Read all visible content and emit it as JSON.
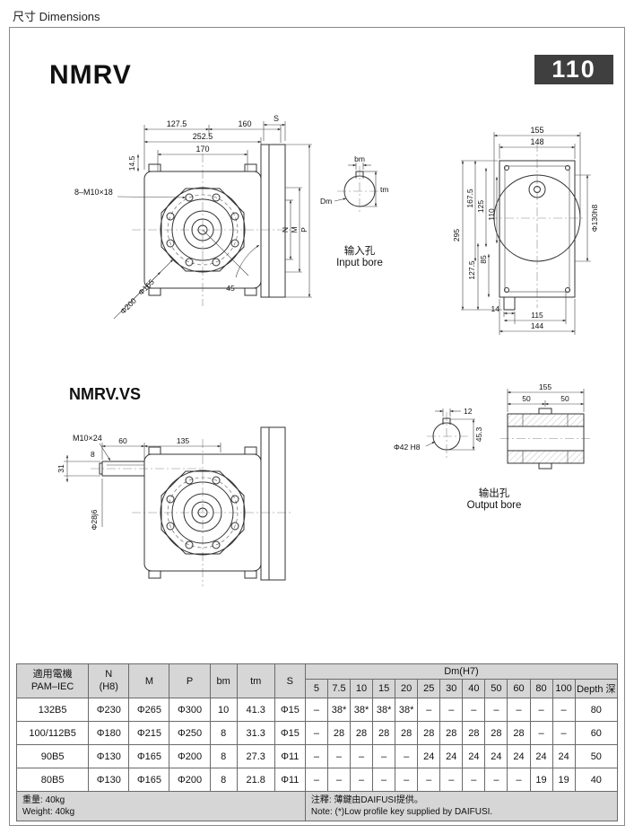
{
  "meta": {
    "doc_header": "尺寸 Dimensions"
  },
  "header": {
    "model": "NMRV",
    "model_vs": "NMRV.VS",
    "size": "110"
  },
  "front": {
    "d127_5": "127.5",
    "d160": "160",
    "d252_5": "252.5",
    "d170": "170",
    "d14_5": "14.5",
    "dS": "S",
    "bolt_note": "8–M10×18",
    "dN": "N",
    "dM": "M",
    "dP": "P",
    "d165": "Φ165",
    "d200": "Φ200",
    "d45": "45"
  },
  "input_bore": {
    "bm": "bm",
    "tm": "tm",
    "dm": "Dm",
    "caption_cn": "输入孔",
    "caption_en": "Input bore"
  },
  "side": {
    "d155": "155",
    "d148": "148",
    "d295": "295",
    "d167_5": "167.5",
    "d125": "125",
    "d110": "110",
    "d127_5": "127.5",
    "d85": "85",
    "d130": "Φ130h8",
    "d14": "14",
    "d115": "115",
    "d144": "144"
  },
  "vs": {
    "bolt_note": "M10×24",
    "d60": "60",
    "d135": "135",
    "d31": "31",
    "d8": "8",
    "d28": "Φ28j6"
  },
  "output_bore": {
    "d12": "12",
    "d42": "Φ42 H8",
    "d45_3": "45.3",
    "d155": "155",
    "d50a": "50",
    "d50b": "50",
    "caption_cn": "输出孔",
    "caption_en": "Output bore"
  },
  "table": {
    "header": {
      "pam": "適用電機\nPAM–IEC",
      "n": "N\n(H8)",
      "m": "M",
      "p": "P",
      "bm": "bm",
      "tm": "tm",
      "s": "S",
      "dm": "Dm(H7)",
      "dm_cols": [
        "5",
        "7.5",
        "10",
        "15",
        "20",
        "25",
        "30",
        "40",
        "50",
        "60",
        "80",
        "100"
      ],
      "depth": "Depth 深"
    },
    "rows": [
      {
        "pam": "132B5",
        "n": "Φ230",
        "m": "Φ265",
        "p": "Φ300",
        "bm": "10",
        "tm": "41.3",
        "s": "Φ15",
        "dm": [
          "–",
          "38*",
          "38*",
          "38*",
          "38*",
          "–",
          "–",
          "–",
          "–",
          "–",
          "–",
          "–"
        ],
        "depth": "80"
      },
      {
        "pam": "100/112B5",
        "n": "Φ180",
        "m": "Φ215",
        "p": "Φ250",
        "bm": "8",
        "tm": "31.3",
        "s": "Φ15",
        "dm": [
          "–",
          "28",
          "28",
          "28",
          "28",
          "28",
          "28",
          "28",
          "28",
          "28",
          "–",
          "–"
        ],
        "depth": "60"
      },
      {
        "pam": "90B5",
        "n": "Φ130",
        "m": "Φ165",
        "p": "Φ200",
        "bm": "8",
        "tm": "27.3",
        "s": "Φ11",
        "dm": [
          "–",
          "–",
          "–",
          "–",
          "–",
          "24",
          "24",
          "24",
          "24",
          "24",
          "24",
          "24"
        ],
        "depth": "50"
      },
      {
        "pam": "80B5",
        "n": "Φ130",
        "m": "Φ165",
        "p": "Φ200",
        "bm": "8",
        "tm": "21.8",
        "s": "Φ11",
        "dm": [
          "–",
          "–",
          "–",
          "–",
          "–",
          "–",
          "–",
          "–",
          "–",
          "–",
          "19",
          "19"
        ],
        "depth": "40"
      }
    ],
    "footer": {
      "weight_cn": "重量: 40kg",
      "weight_en": "Weight: 40kg",
      "note_cn": "注釋: 薄鍵由DAIFUSI提供。",
      "note_en": "Note: (*)Low profile key supplied by DAIFUSI."
    }
  },
  "colors": {
    "badge_bg": "#3f3f3f",
    "badge_text": "#ffffff",
    "table_header_bg": "#d6d6d6",
    "line": "#333333"
  }
}
